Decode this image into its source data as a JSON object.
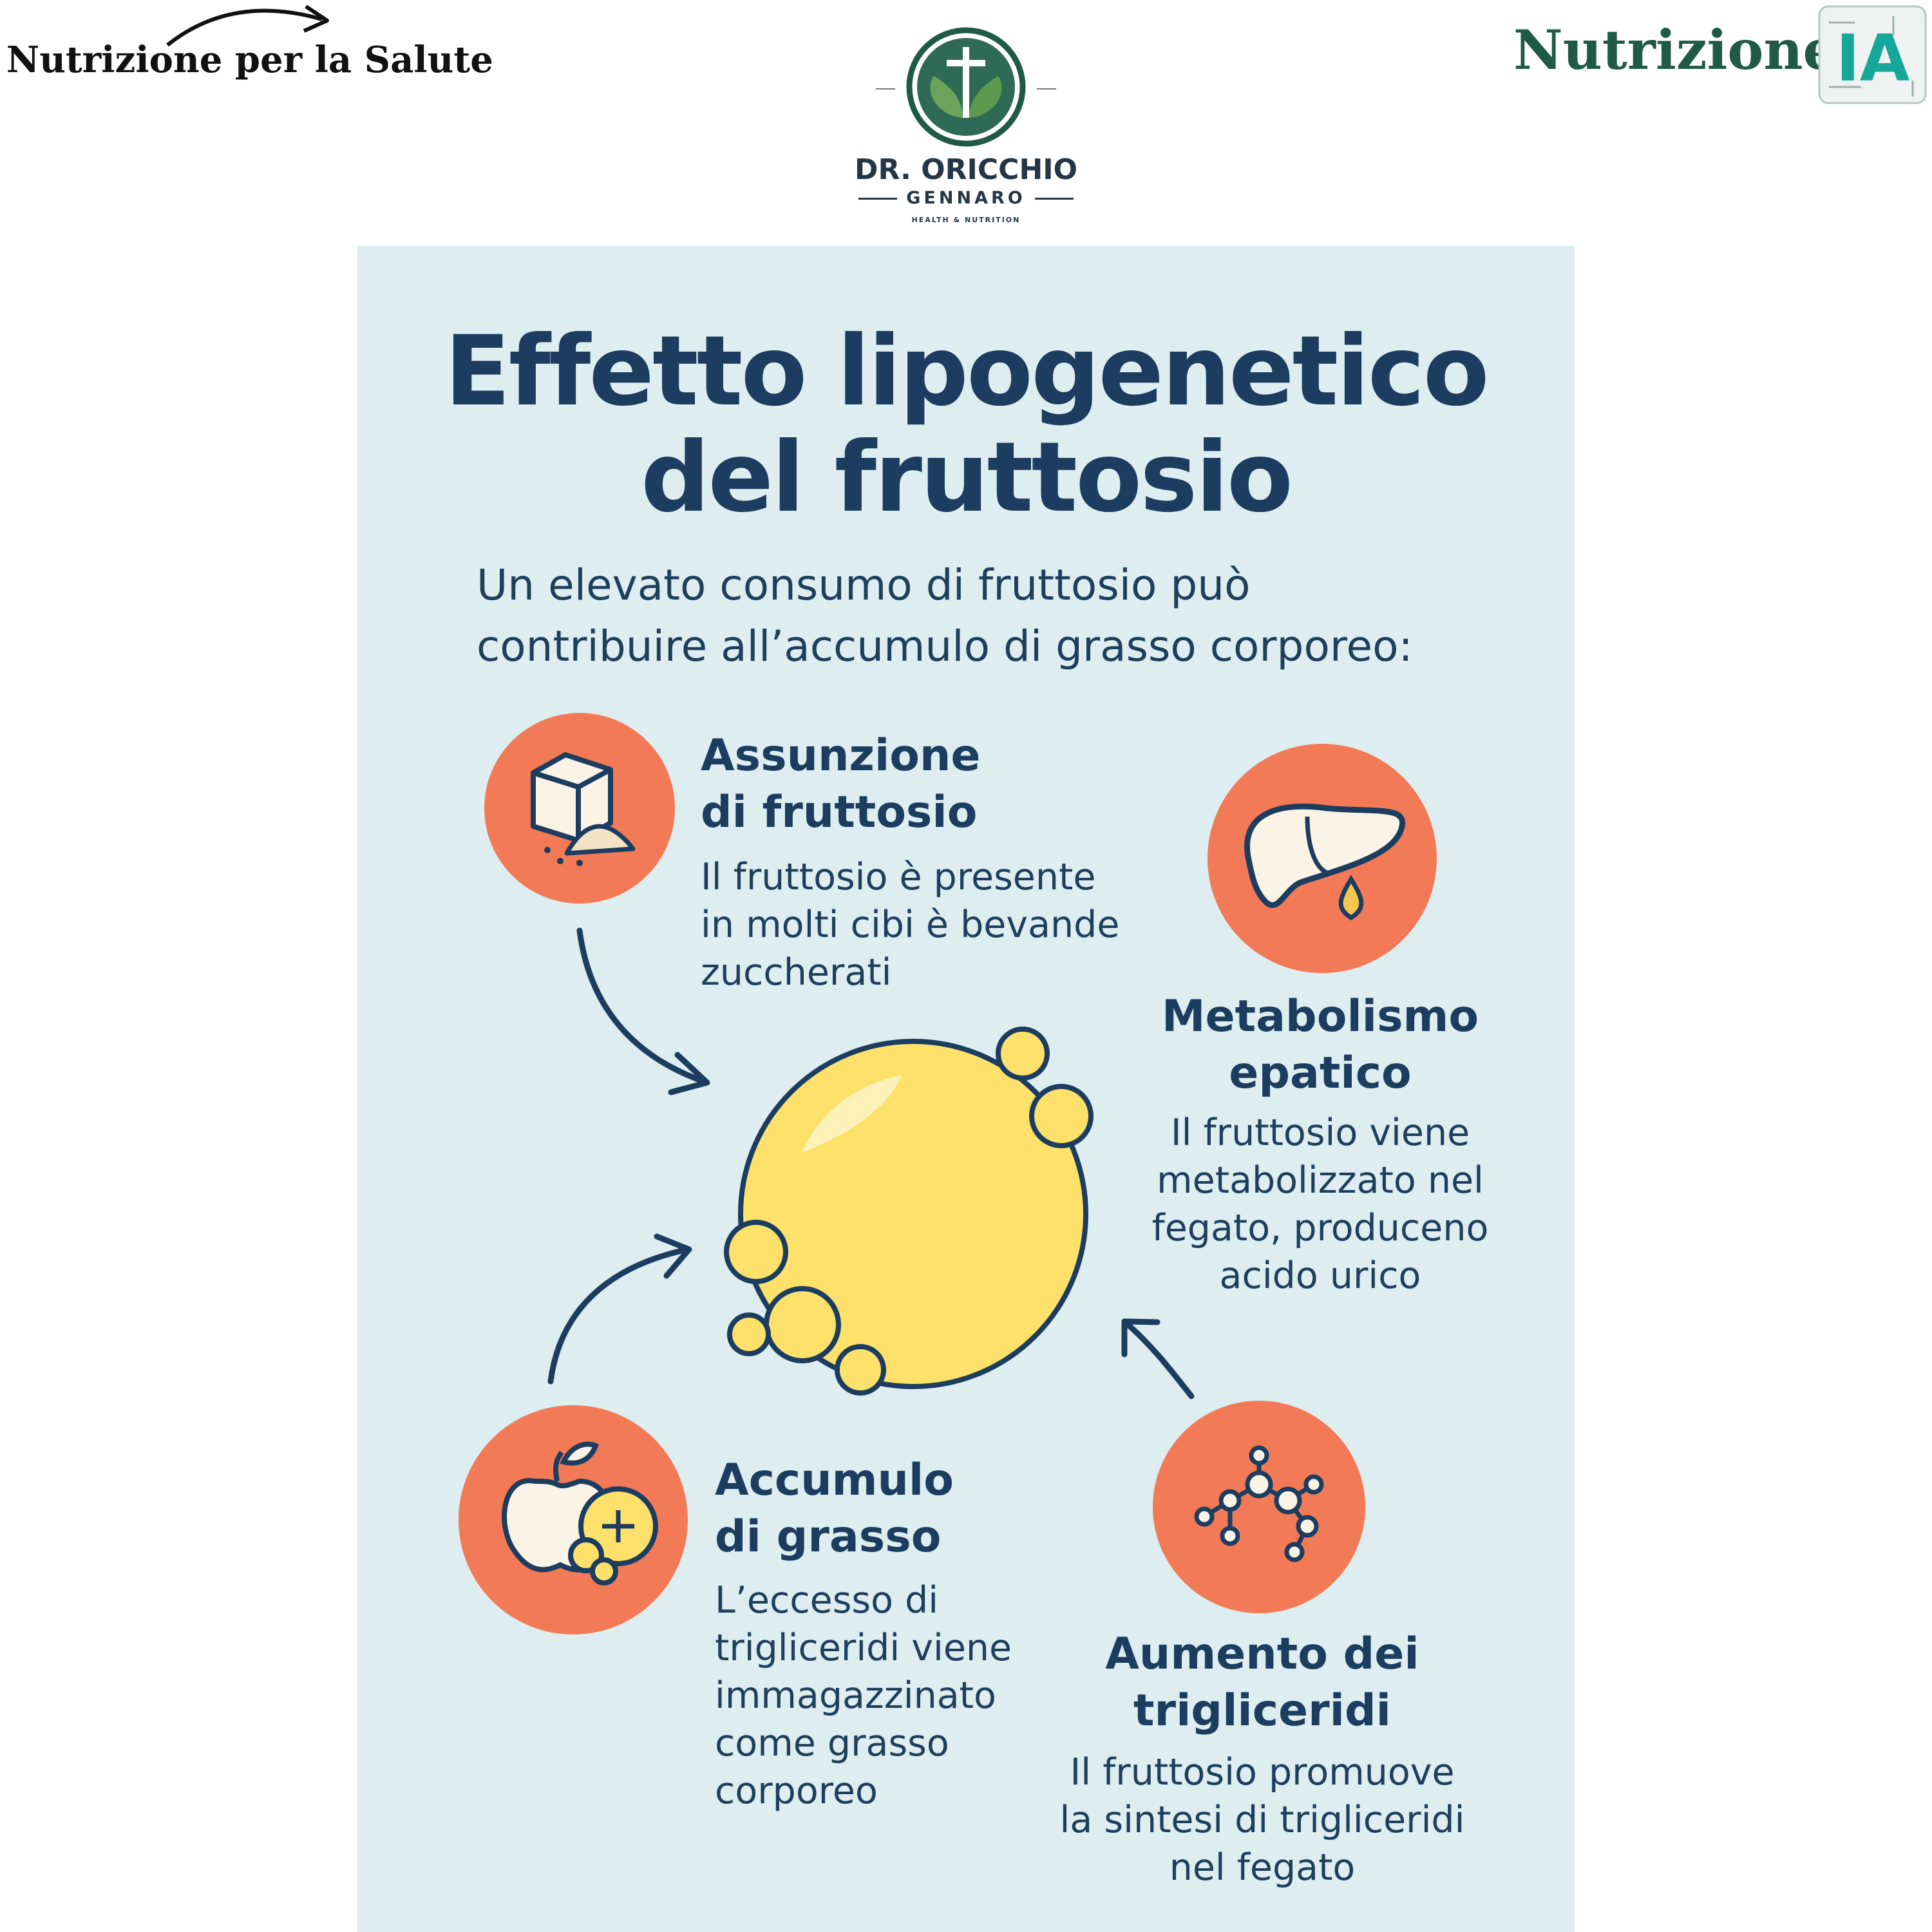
{
  "header": {
    "left_brand": "Nutrizione per la Salute",
    "right_brand": "Nutrizione",
    "right_brand_badge": "IA",
    "doctor_name": "DR. ORICCHIO",
    "doctor_surname": "GENNARO",
    "doctor_tagline": "HEALTH & NUTRITION"
  },
  "infographic": {
    "title_line_1": "Effetto lipogenetico",
    "title_line_2": "del fruttosio",
    "intro_line_1": "Un elevato consumo di fruttosio può",
    "intro_line_2": "contribuire all’accumulo di grasso corporeo:",
    "steps": [
      {
        "heading": [
          "Assunzione",
          "di fruttosio"
        ],
        "body": [
          "Il fruttosio è presente",
          "in molti cibi è bevande",
          "zuccherati"
        ],
        "icon": "sugar-cube-icon"
      },
      {
        "heading": [
          "Metabolismo",
          "epatico"
        ],
        "body": [
          "Il fruttosio viene",
          "metabolizzato nel",
          "fegato, produceno",
          "acido urico"
        ],
        "icon": "liver-icon"
      },
      {
        "heading": [
          "Aumento dei",
          "trigliceridi"
        ],
        "body": [
          "Il fruttosio promuove",
          "la sintesi di trigliceridi",
          "nel fegato"
        ],
        "icon": "molecule-icon"
      },
      {
        "heading": [
          "Accumulo",
          "di grasso"
        ],
        "body": [
          "L’eccesso di",
          "trigliceridi viene",
          "immagazzinato",
          "come grasso",
          "corporeo"
        ],
        "icon": "apple-fat-icon"
      }
    ],
    "center_icon": "fat-cell-icon"
  },
  "colors": {
    "panel_bg": "#ddedf0",
    "title": "#1c3d5f",
    "icon_circle": "#f37a56",
    "fat_cell": "#fde16b",
    "brand_green": "#1f5a47"
  }
}
